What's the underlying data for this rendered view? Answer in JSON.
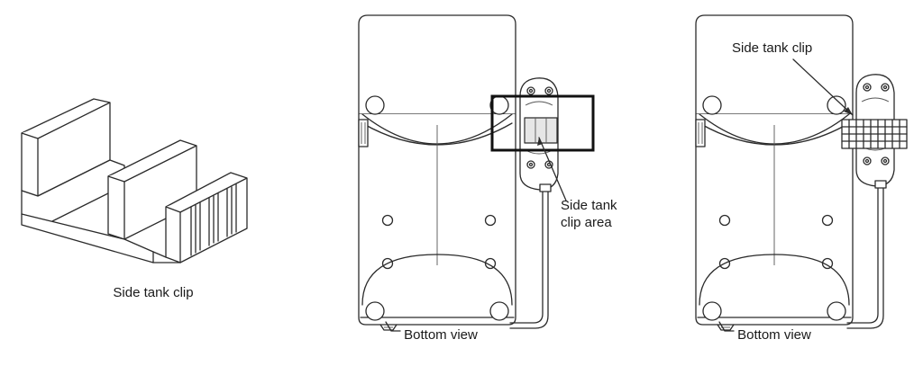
{
  "panels": {
    "clip": {
      "caption": "Side tank clip"
    },
    "middle": {
      "caption": "Bottom view",
      "callout_line1": "Side tank",
      "callout_line2": "clip area"
    },
    "right": {
      "caption": "Bottom view",
      "callout": "Side tank clip"
    }
  }
}
